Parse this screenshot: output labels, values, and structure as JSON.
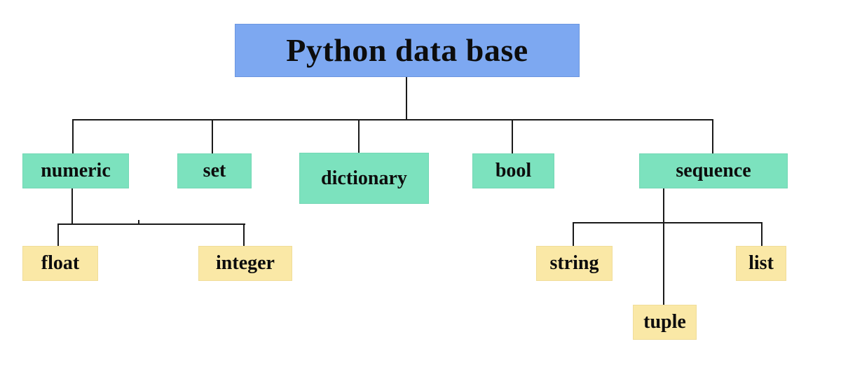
{
  "diagram": {
    "root": {
      "label": "Python data base"
    },
    "categories": [
      {
        "label": "numeric"
      },
      {
        "label": "set"
      },
      {
        "label": "dictionary"
      },
      {
        "label": "bool"
      },
      {
        "label": "sequence"
      }
    ],
    "numeric_children": [
      {
        "label": "float"
      },
      {
        "label": "integer"
      }
    ],
    "sequence_children": [
      {
        "label": "string"
      },
      {
        "label": "tuple"
      },
      {
        "label": "list"
      }
    ],
    "colors": {
      "root_fill": "#7da8f1",
      "category_fill": "#7ce2be",
      "leaf_fill": "#fae8a6",
      "line": "#1a1a1a",
      "text": "#0d0d0d",
      "background": "#ffffff"
    }
  }
}
